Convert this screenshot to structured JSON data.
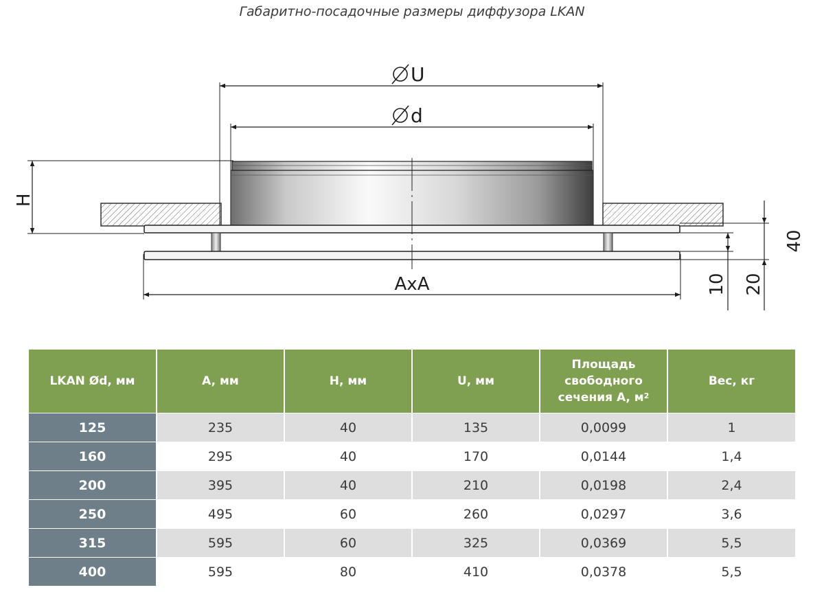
{
  "title": "Габаритно-посадочные размеры диффузора LKAN",
  "diagram": {
    "label_U": "U",
    "label_d": "d",
    "label_H": "H",
    "label_AxA": "AxA",
    "label_40": "40",
    "label_10": "10",
    "label_20": "20"
  },
  "table": {
    "headers": {
      "model": "LKAN Ød, мм",
      "a": "A, мм",
      "h": "H, мм",
      "u": "U, мм",
      "area_line1": "Площадь",
      "area_line2": "свободного",
      "area_line3": "сечения A, м",
      "area_sup": "2",
      "weight": "Вес, кг"
    },
    "rows": [
      {
        "model": "125",
        "a": "235",
        "h": "40",
        "u": "135",
        "area": "0,0099",
        "weight": "1"
      },
      {
        "model": "160",
        "a": "295",
        "h": "40",
        "u": "170",
        "area": "0,0144",
        "weight": "1,4"
      },
      {
        "model": "200",
        "a": "395",
        "h": "40",
        "u": "210",
        "area": "0,0198",
        "weight": "2,4"
      },
      {
        "model": "250",
        "a": "495",
        "h": "60",
        "u": "260",
        "area": "0,0297",
        "weight": "3,6"
      },
      {
        "model": "315",
        "a": "595",
        "h": "60",
        "u": "325",
        "area": "0,0369",
        "weight": "5,5"
      },
      {
        "model": "400",
        "a": "595",
        "h": "80",
        "u": "410",
        "area": "0,0378",
        "weight": "5,5"
      }
    ]
  },
  "colors": {
    "header_green": "#7fa050",
    "model_column": "#6e7f8a",
    "stripe": "#dedede"
  }
}
